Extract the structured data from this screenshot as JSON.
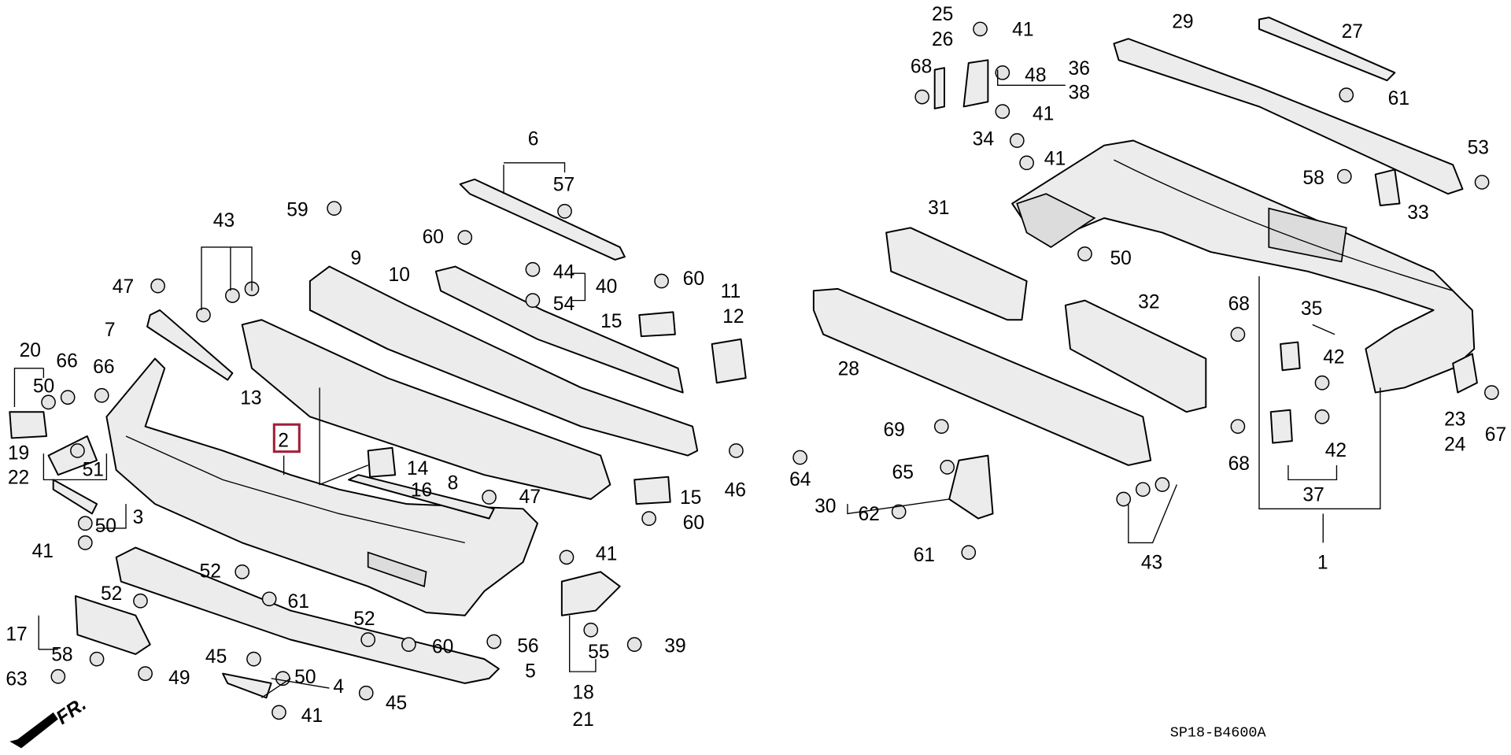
{
  "diagram": {
    "code": "SP18-B4600A",
    "direction_marker": "FR.",
    "highlighted_part": "2",
    "highlight_color": "#a0203a",
    "callouts": [
      "25",
      "26",
      "41",
      "68",
      "48",
      "36",
      "38",
      "41",
      "29",
      "27",
      "61",
      "34",
      "41",
      "53",
      "58",
      "33",
      "31",
      "50",
      "6",
      "57",
      "59",
      "60",
      "44",
      "40",
      "54",
      "60",
      "43",
      "47",
      "9",
      "10",
      "11",
      "12",
      "15",
      "7",
      "20",
      "50",
      "66",
      "66",
      "13",
      "32",
      "68",
      "35",
      "42",
      "28",
      "19",
      "22",
      "51",
      "2",
      "14",
      "16",
      "8",
      "47",
      "15",
      "46",
      "64",
      "69",
      "65",
      "30",
      "62",
      "42",
      "68",
      "23",
      "24",
      "67",
      "37",
      "3",
      "50",
      "41",
      "60",
      "43",
      "1",
      "61",
      "41",
      "52",
      "61",
      "52",
      "52",
      "17",
      "58",
      "60",
      "56",
      "55",
      "39",
      "5",
      "63",
      "49",
      "45",
      "50",
      "4",
      "45",
      "41",
      "18",
      "21"
    ]
  }
}
